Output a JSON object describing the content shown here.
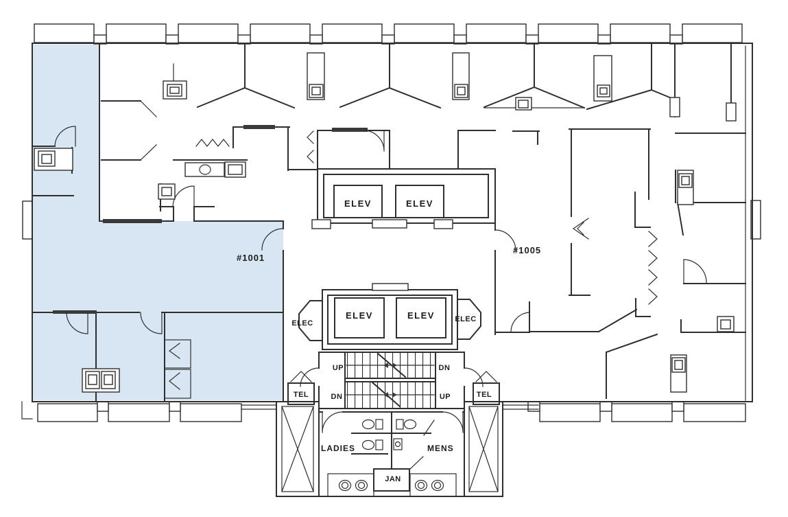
{
  "floor_plan": {
    "highlight_color": "#d8e6f3",
    "wall_color": "#2e2e2e",
    "background_color": "#ffffff",
    "suites": {
      "suite_1001": {
        "label": "#1001",
        "highlighted": true
      },
      "suite_1005": {
        "label": "#1005",
        "highlighted": false
      }
    },
    "core": {
      "elevator_label": "ELEV",
      "electrical_label": "ELEC",
      "telephone_label": "TEL",
      "stairs": {
        "up_label": "UP",
        "down_label": "DN"
      },
      "restrooms": {
        "ladies_label": "LADIES",
        "mens_label": "MENS",
        "janitor_label": "JAN"
      }
    }
  }
}
